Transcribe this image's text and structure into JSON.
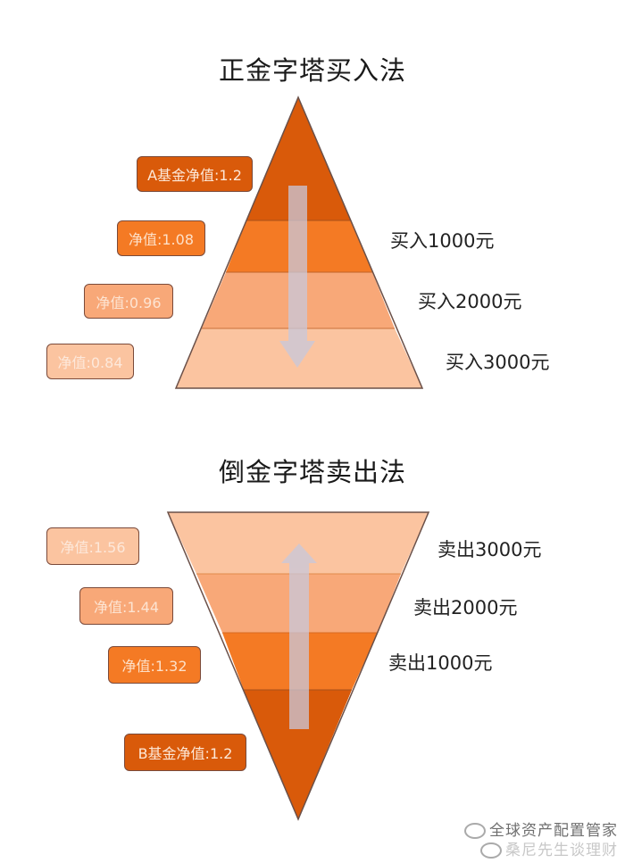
{
  "top_section": {
    "title": "正金字塔买入法",
    "direction": "down",
    "nav_labels": [
      {
        "text": "A基金净值:1.2",
        "style": "dark"
      },
      {
        "text": "净值:1.08",
        "style": "mid"
      },
      {
        "text": "净值:0.96",
        "style": "light"
      },
      {
        "text": "净值:0.84",
        "style": "lightest"
      }
    ],
    "actions": [
      {
        "text": "买入1000元"
      },
      {
        "text": "买入2000元"
      },
      {
        "text": "买入3000元"
      }
    ]
  },
  "bottom_section": {
    "title": "倒金字塔卖出法",
    "direction": "up",
    "nav_labels": [
      {
        "text": "净值:1.56",
        "style": "lightest"
      },
      {
        "text": "净值:1.44",
        "style": "light"
      },
      {
        "text": "净值:1.32",
        "style": "mid"
      },
      {
        "text": "B基金净值:1.2",
        "style": "dark"
      }
    ],
    "actions": [
      {
        "text": "卖出3000元"
      },
      {
        "text": "卖出2000元"
      },
      {
        "text": "卖出1000元"
      }
    ]
  },
  "colors": {
    "dark": "#d95a0a",
    "mid": "#f47a24",
    "light": "#f8a878",
    "lightest": "#fbc4a0",
    "arrow": "#c8c8dc",
    "outline": "#6b5048"
  },
  "watermark": {
    "line1": "全球资产配置管家",
    "line2": "桑尼先生谈理财"
  }
}
